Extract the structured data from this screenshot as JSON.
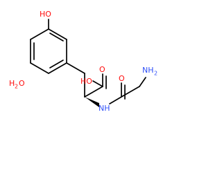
{
  "molecule": {
    "labels": {
      "hydroxyl_top": "HO",
      "water": "H",
      "water_sub": "2",
      "water_o": "O",
      "acid_oh": "HO",
      "carbonyl_o_acid": "O",
      "carbonyl_o_amide": "O",
      "amide_nh": "NH",
      "amine": "NH",
      "amine_sub": "2"
    },
    "colors": {
      "bond": "#000000",
      "oxygen": "#ff0d0d",
      "nitrogen": "#3050f8",
      "hydrogen_water": "#ff0d0d"
    }
  }
}
